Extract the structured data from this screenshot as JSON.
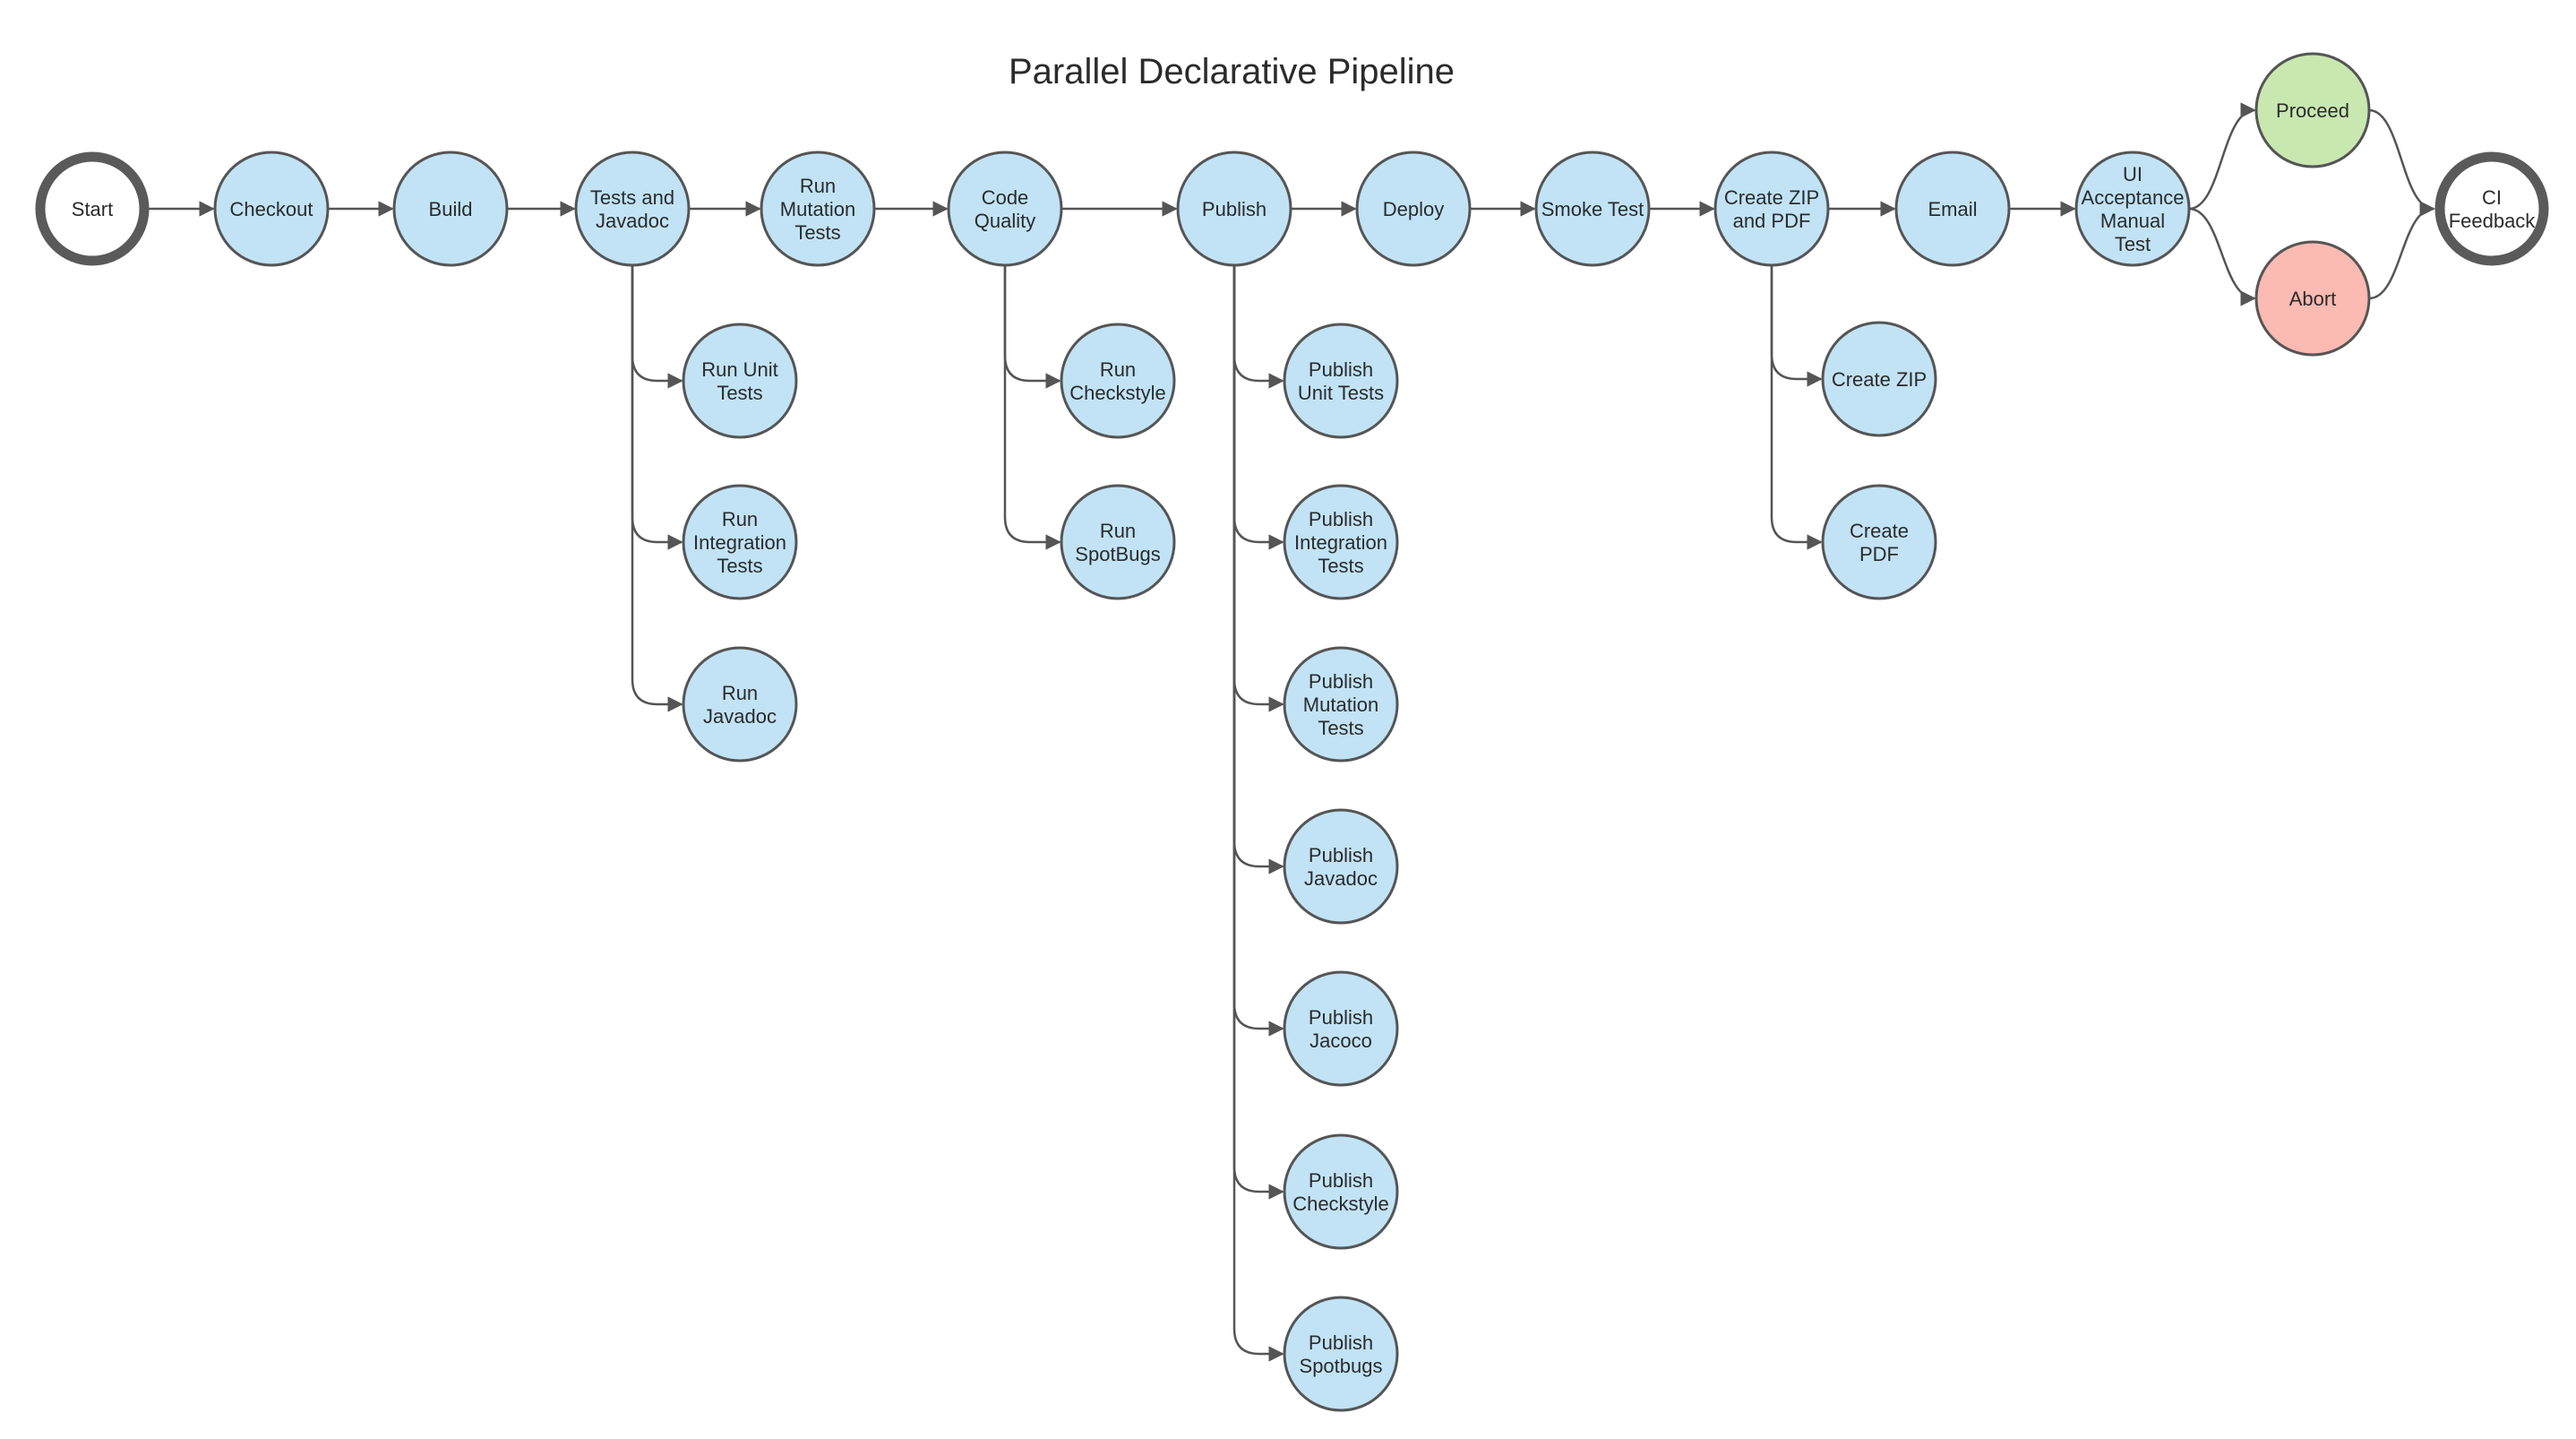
{
  "title": "Parallel Declarative Pipeline",
  "colors": {
    "stage_fill": "#c1e3f5",
    "proceed_fill": "#c8e8b0",
    "abort_fill": "#fbbab2",
    "terminal_fill": "#ffffff",
    "stroke": "#555555",
    "terminal_stroke": "#5a5a5a",
    "text": "#2b2b2b"
  },
  "nodes": [
    {
      "id": "start",
      "kind": "terminal",
      "lines": [
        "Start"
      ]
    },
    {
      "id": "checkout",
      "kind": "stage",
      "lines": [
        "Checkout"
      ]
    },
    {
      "id": "build",
      "kind": "stage",
      "lines": [
        "Build"
      ]
    },
    {
      "id": "tests-and-javadoc",
      "kind": "stage",
      "lines": [
        "Tests and",
        "Javadoc"
      ]
    },
    {
      "id": "run-mutation-tests",
      "kind": "stage",
      "lines": [
        "Run",
        "Mutation",
        "Tests"
      ]
    },
    {
      "id": "code-quality",
      "kind": "stage",
      "lines": [
        "Code",
        "Quality"
      ]
    },
    {
      "id": "publish",
      "kind": "stage",
      "lines": [
        "Publish"
      ]
    },
    {
      "id": "deploy",
      "kind": "stage",
      "lines": [
        "Deploy"
      ]
    },
    {
      "id": "smoke-test",
      "kind": "stage",
      "lines": [
        "Smoke Test"
      ]
    },
    {
      "id": "create-zip-and-pdf",
      "kind": "stage",
      "lines": [
        "Create ZIP",
        "and PDF"
      ]
    },
    {
      "id": "email",
      "kind": "stage",
      "lines": [
        "Email"
      ]
    },
    {
      "id": "ui-acceptance-manual-test",
      "kind": "stage",
      "lines": [
        "UI",
        "Acceptance",
        "Manual",
        "Test"
      ]
    },
    {
      "id": "proceed",
      "kind": "proceed",
      "lines": [
        "Proceed"
      ]
    },
    {
      "id": "abort",
      "kind": "abort",
      "lines": [
        "Abort"
      ]
    },
    {
      "id": "ci-feedback",
      "kind": "terminal",
      "lines": [
        "CI",
        "Feedback"
      ]
    },
    {
      "id": "run-unit-tests",
      "kind": "stage",
      "lines": [
        "Run Unit",
        "Tests"
      ]
    },
    {
      "id": "run-integration-tests",
      "kind": "stage",
      "lines": [
        "Run",
        "Integration",
        "Tests"
      ]
    },
    {
      "id": "run-javadoc",
      "kind": "stage",
      "lines": [
        "Run",
        "Javadoc"
      ]
    },
    {
      "id": "run-checkstyle",
      "kind": "stage",
      "lines": [
        "Run",
        "Checkstyle"
      ]
    },
    {
      "id": "run-spotbugs",
      "kind": "stage",
      "lines": [
        "Run",
        "SpotBugs"
      ]
    },
    {
      "id": "publish-unit-tests",
      "kind": "stage",
      "lines": [
        "Publish",
        "Unit Tests"
      ]
    },
    {
      "id": "publish-integration-tests",
      "kind": "stage",
      "lines": [
        "Publish",
        "Integration",
        "Tests"
      ]
    },
    {
      "id": "publish-mutation-tests",
      "kind": "stage",
      "lines": [
        "Publish",
        "Mutation",
        "Tests"
      ]
    },
    {
      "id": "publish-javadoc",
      "kind": "stage",
      "lines": [
        "Publish",
        "Javadoc"
      ]
    },
    {
      "id": "publish-jacoco",
      "kind": "stage",
      "lines": [
        "Publish",
        "Jacoco"
      ]
    },
    {
      "id": "publish-checkstyle",
      "kind": "stage",
      "lines": [
        "Publish",
        "Checkstyle"
      ]
    },
    {
      "id": "publish-spotbugs",
      "kind": "stage",
      "lines": [
        "Publish",
        "Spotbugs"
      ]
    },
    {
      "id": "create-zip",
      "kind": "stage",
      "lines": [
        "Create ZIP"
      ]
    },
    {
      "id": "create-pdf",
      "kind": "stage",
      "lines": [
        "Create",
        "PDF"
      ]
    }
  ],
  "edges": [
    {
      "from": "start",
      "to": "checkout"
    },
    {
      "from": "checkout",
      "to": "build"
    },
    {
      "from": "build",
      "to": "tests-and-javadoc"
    },
    {
      "from": "tests-and-javadoc",
      "to": "run-mutation-tests"
    },
    {
      "from": "run-mutation-tests",
      "to": "code-quality"
    },
    {
      "from": "code-quality",
      "to": "publish"
    },
    {
      "from": "publish",
      "to": "deploy"
    },
    {
      "from": "deploy",
      "to": "smoke-test"
    },
    {
      "from": "smoke-test",
      "to": "create-zip-and-pdf"
    },
    {
      "from": "create-zip-and-pdf",
      "to": "email"
    },
    {
      "from": "email",
      "to": "ui-acceptance-manual-test"
    },
    {
      "from": "ui-acceptance-manual-test",
      "to": "proceed"
    },
    {
      "from": "ui-acceptance-manual-test",
      "to": "abort"
    },
    {
      "from": "proceed",
      "to": "ci-feedback"
    },
    {
      "from": "abort",
      "to": "ci-feedback"
    },
    {
      "from": "tests-and-javadoc",
      "to": "run-unit-tests"
    },
    {
      "from": "tests-and-javadoc",
      "to": "run-integration-tests"
    },
    {
      "from": "tests-and-javadoc",
      "to": "run-javadoc"
    },
    {
      "from": "code-quality",
      "to": "run-checkstyle"
    },
    {
      "from": "code-quality",
      "to": "run-spotbugs"
    },
    {
      "from": "publish",
      "to": "publish-unit-tests"
    },
    {
      "from": "publish",
      "to": "publish-integration-tests"
    },
    {
      "from": "publish",
      "to": "publish-mutation-tests"
    },
    {
      "from": "publish",
      "to": "publish-javadoc"
    },
    {
      "from": "publish",
      "to": "publish-jacoco"
    },
    {
      "from": "publish",
      "to": "publish-checkstyle"
    },
    {
      "from": "publish",
      "to": "publish-spotbugs"
    },
    {
      "from": "create-zip-and-pdf",
      "to": "create-zip"
    },
    {
      "from": "create-zip-and-pdf",
      "to": "create-pdf"
    }
  ]
}
